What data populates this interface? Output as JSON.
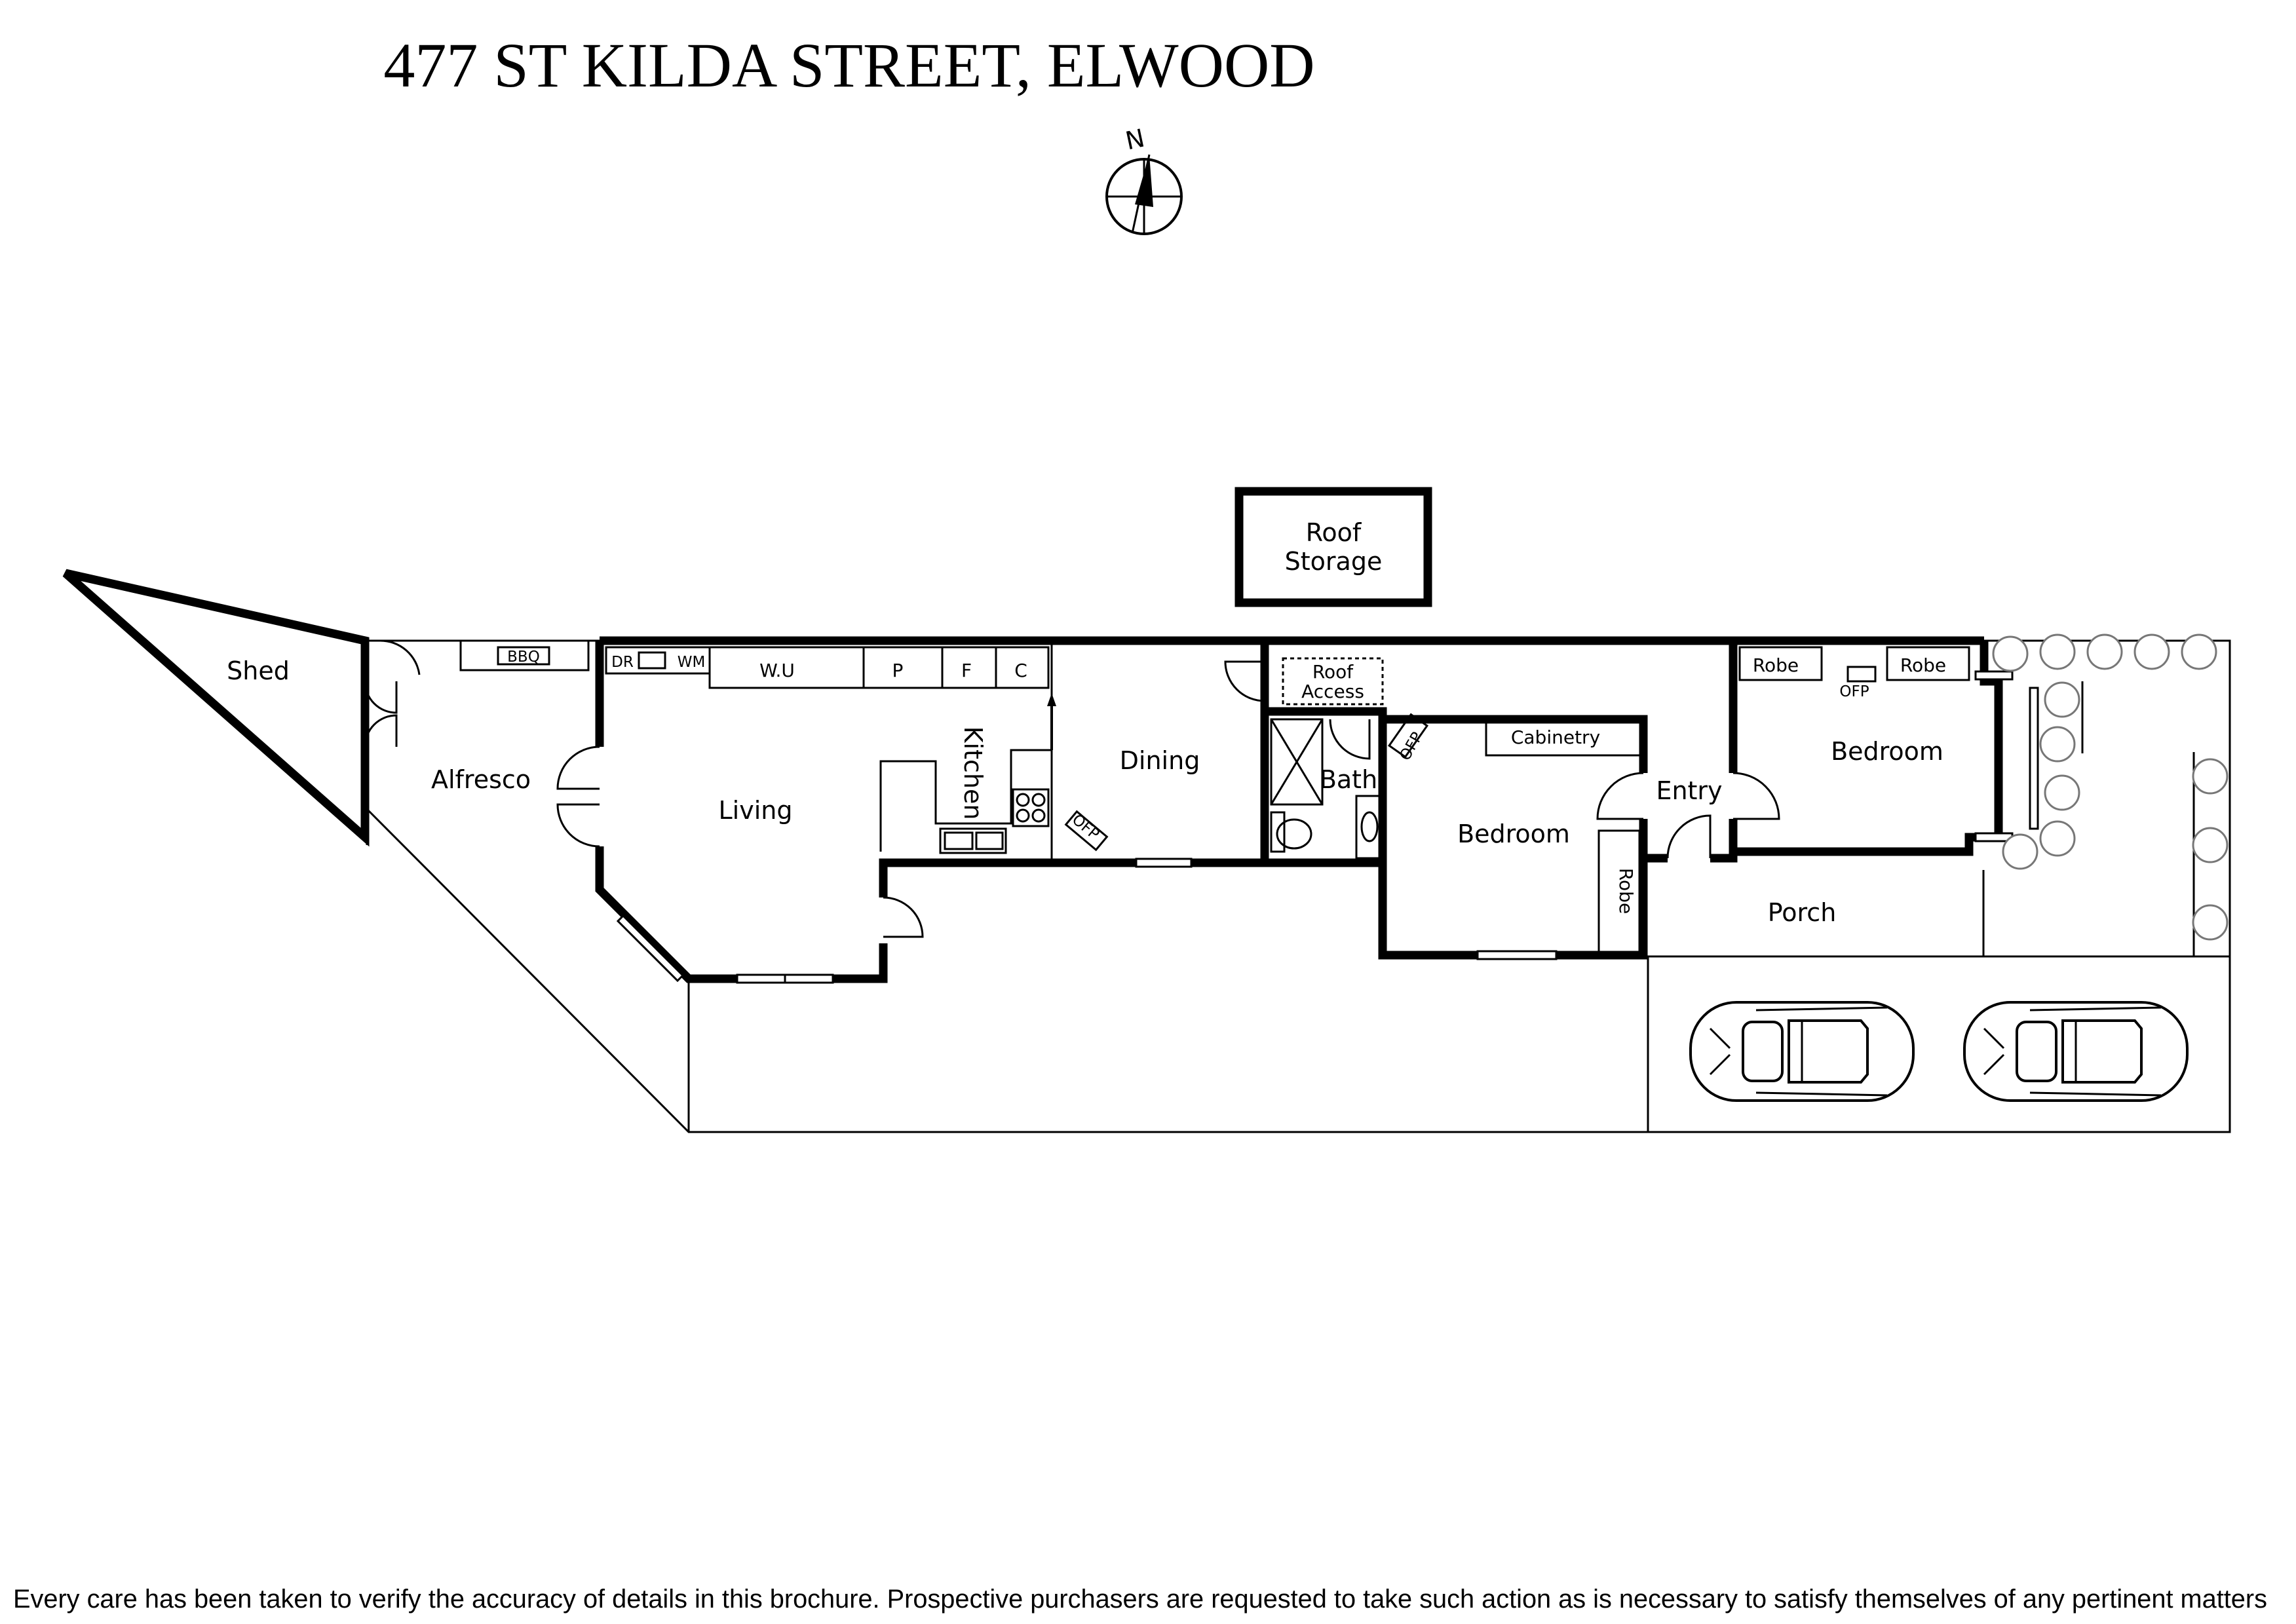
{
  "title": "477 ST KILDA STREET, ELWOOD",
  "compass": {
    "label": "N"
  },
  "rooms": {
    "roof_storage": [
      "Roof",
      "Storage"
    ],
    "shed": "Shed",
    "alfresco": "Alfresco",
    "living": "Living",
    "kitchen": "Kitchen",
    "dining": "Dining",
    "bath": "Bath",
    "bedroom_2": "Bedroom",
    "entry": "Entry",
    "bedroom_1": "Bedroom",
    "porch": "Porch"
  },
  "fixtures": {
    "bbq": "BBQ",
    "dr": "DR",
    "wm": "WM",
    "wu": "W.U",
    "p": "P",
    "f": "F",
    "c": "C",
    "roof_access": [
      "Roof",
      "Access"
    ],
    "cabinetry": "Cabinetry",
    "robe_left": "Robe",
    "robe_right": "Robe",
    "robe_bedroom_2": "Robe",
    "ofp_kitchen": "OFP",
    "ofp_bedroom_2": "OFP",
    "ofp_bedroom_1": "OFP"
  },
  "disclaimer": "Every care has been taken to verify the accuracy of details in this brochure. Prospective purchasers are requested to take such action as is necessary to satisfy themselves of any pertinent matters"
}
